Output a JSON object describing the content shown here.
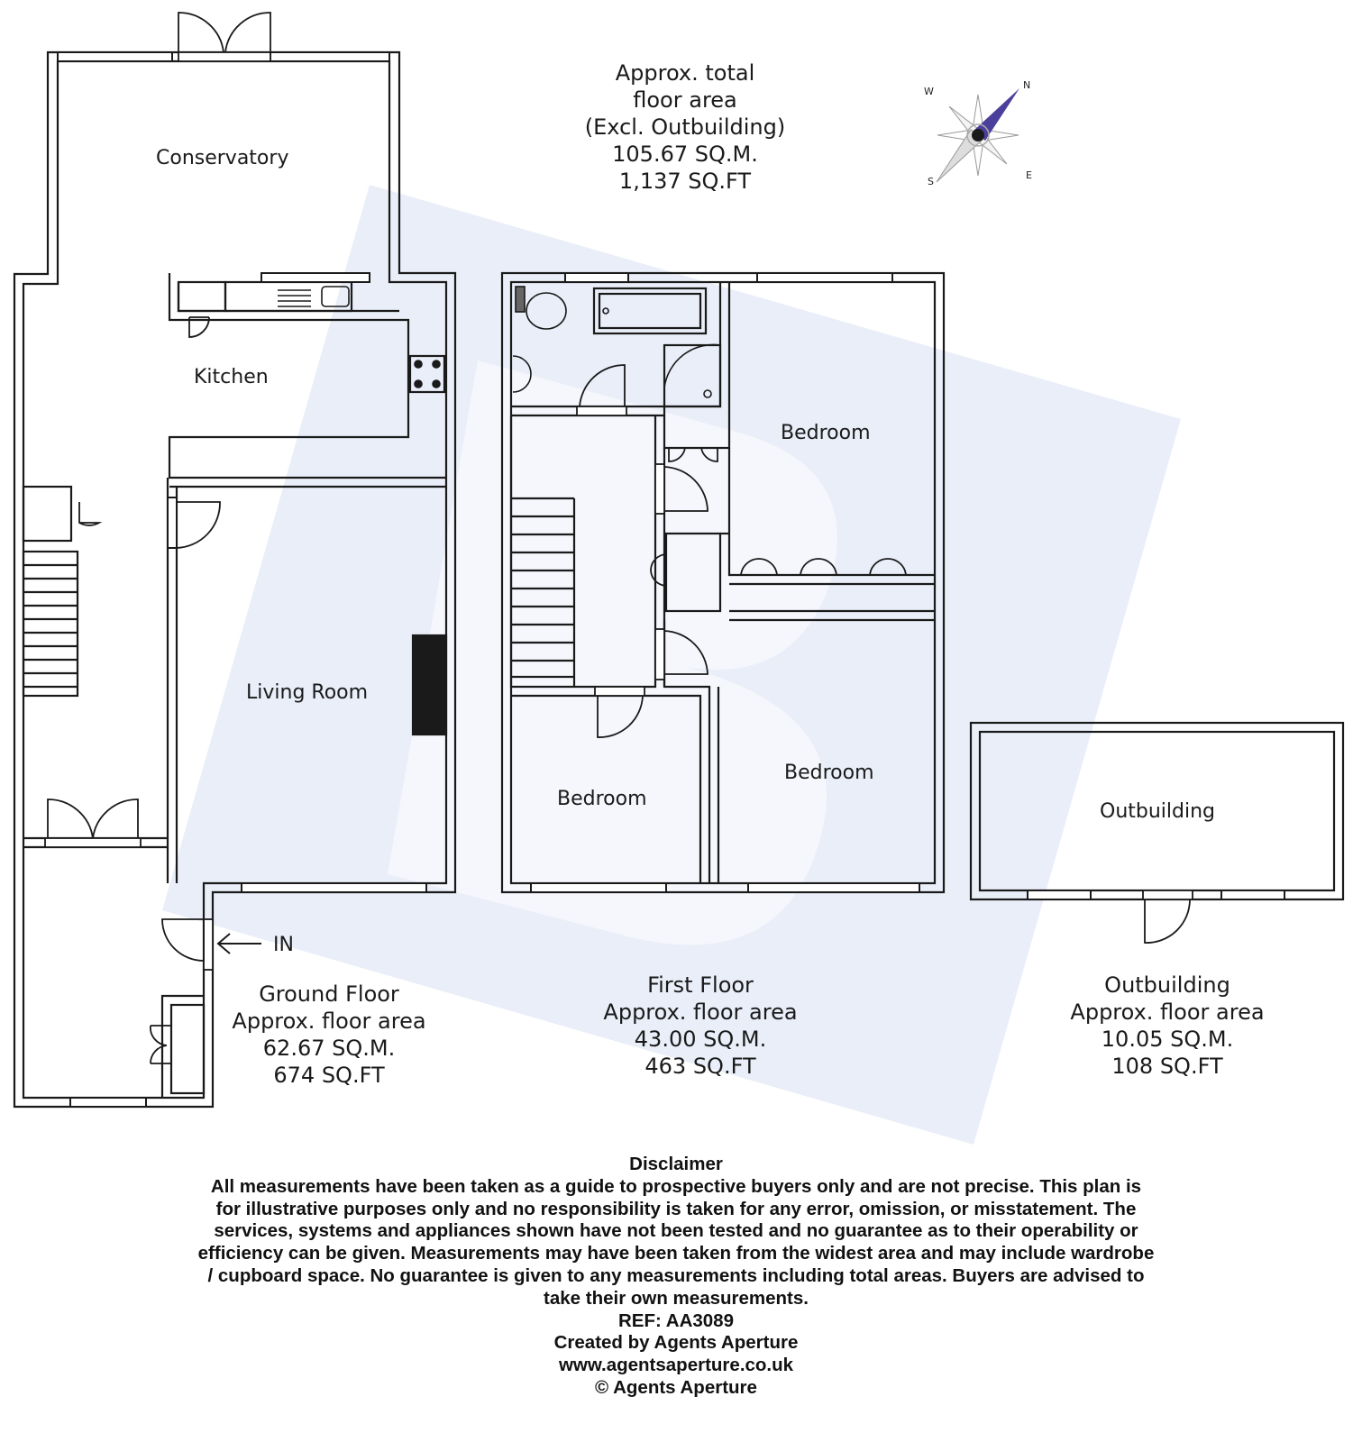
{
  "total_area": {
    "lines": [
      "Approx. total",
      "floor area",
      "(Excl. Outbuilding)",
      "105.67 SQ.M.",
      "1,137 SQ.FT"
    ]
  },
  "compass": {
    "n": "N",
    "e": "E",
    "s": "S",
    "w": "W",
    "needle_color": "#4b3f9c"
  },
  "rooms": {
    "conservatory": "Conservatory",
    "kitchen": "Kitchen",
    "living_room": "Living Room",
    "bedroom_1": "Bedroom",
    "bedroom_2": "Bedroom",
    "bedroom_3": "Bedroom",
    "outbuilding": "Outbuilding"
  },
  "entrance_label": "IN",
  "ground_floor": {
    "lines": [
      "Ground Floor",
      "Approx. floor area",
      "62.67 SQ.M.",
      "674 SQ.FT"
    ]
  },
  "first_floor": {
    "lines": [
      "First Floor",
      "Approx. floor area",
      "43.00 SQ.M.",
      "463 SQ.FT"
    ]
  },
  "outbuilding_area": {
    "lines": [
      "Outbuilding",
      "Approx. floor area",
      "10.05 SQ.M.",
      "108 SQ.FT"
    ]
  },
  "disclaimer": {
    "title": "Disclaimer",
    "lines": [
      "All measurements have been taken as a guide to prospective buyers only and are not precise. This plan is",
      "for illustrative purposes only and no responsibility is taken for any error, omission, or misstatement. The",
      "services, systems and appliances shown have not been tested and no guarantee as to their operability or",
      "efficiency can be given. Measurements may have been taken from the widest area and may include wardrobe",
      "/ cupboard space. No guarantee is given to any measurements including total areas. Buyers are advised to",
      "take their own measurements."
    ],
    "ref": "REF: AA3089",
    "created_by": "Created by Agents Aperture",
    "website": "www.agentsaperture.co.uk",
    "copyright": "© Agents Aperture"
  },
  "colors": {
    "wall": "#1a1a1a",
    "watermark": "#e8edf7"
  }
}
